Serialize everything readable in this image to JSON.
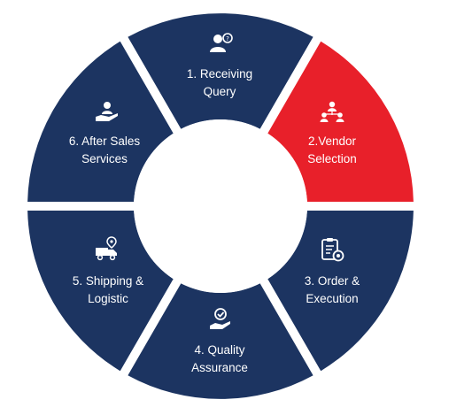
{
  "diagram": {
    "colors": {
      "navy": "#1c3461",
      "accent": "#e8202a",
      "hole": "#ffffff",
      "gap": "#ffffff"
    },
    "segments": [
      {
        "label_line1": "1. Receiving",
        "label_line2": "Query",
        "icon": "person-question-icon",
        "highlighted": false
      },
      {
        "label_line1": "2.Vendor",
        "label_line2": "Selection",
        "icon": "team-network-icon",
        "highlighted": true
      },
      {
        "label_line1": "3. Order &",
        "label_line2": "Execution",
        "icon": "clipboard-gear-icon",
        "highlighted": false
      },
      {
        "label_line1": "4. Quality",
        "label_line2": "Assurance",
        "icon": "quality-hand-icon",
        "highlighted": false
      },
      {
        "label_line1": "5. Shipping &",
        "label_line2": "Logistic",
        "icon": "truck-location-icon",
        "highlighted": false
      },
      {
        "label_line1": "6. After Sales",
        "label_line2": "Services",
        "icon": "hand-support-icon",
        "highlighted": false
      }
    ]
  }
}
